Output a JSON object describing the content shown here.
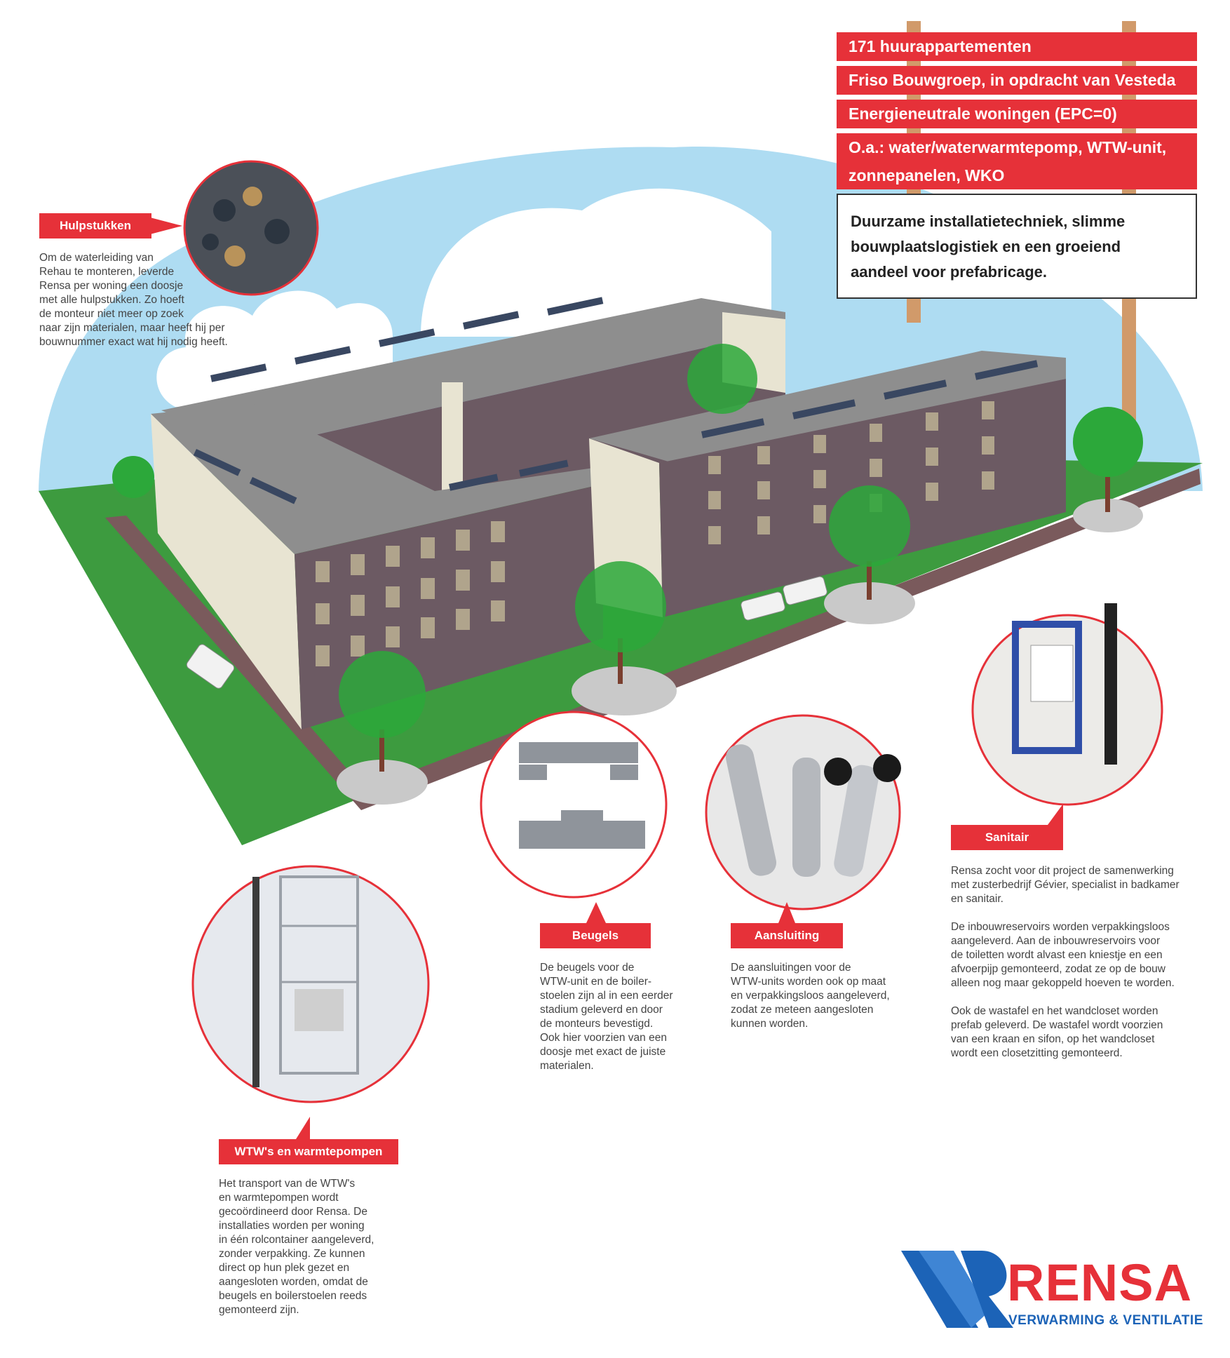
{
  "colors": {
    "accent": "#e63139",
    "brand_blue": "#1c63b7",
    "sky": "#aedcf2",
    "grass": "#3d9b3f",
    "facade": "#6c5a63",
    "roof": "#8e8e8e",
    "post": "#d19a6a"
  },
  "header_board": {
    "lines": [
      "171 huurappartementen",
      "Friso Bouwgroep, in opdracht van Vesteda",
      "Energieneutrale woningen (EPC=0)",
      "O.a.: water/waterwarmtepomp, WTW-unit,",
      "zonnepanelen, WKO"
    ],
    "statement": [
      "Duurzame installatietechniek, slimme",
      "bouwplaatslogistiek en een groeiend",
      "aandeel voor prefabricage."
    ]
  },
  "callouts": {
    "hulpstukken": {
      "label": "Hulpstukken",
      "text": [
        "Om de waterleiding van",
        "Rehau te monteren, leverde",
        "Rensa per woning een doosje",
        "met alle hulpstukken. Zo hoeft",
        "de monteur niet meer op zoek",
        "naar zijn materialen, maar heeft hij per",
        "bouwnummer exact wat hij nodig heeft."
      ]
    },
    "sanitair": {
      "label": "Sanitair",
      "p1": [
        "Rensa zocht voor dit project de samenwerking",
        "met zusterbedrijf Gévier, specialist in badkamer",
        "en sanitair."
      ],
      "p2": [
        "De inbouwreservoirs worden verpakkingsloos",
        "aangeleverd. Aan de inbouwreservoirs voor",
        "de toiletten wordt alvast een kniestje en een",
        "afvoerpijp gemonteerd, zodat ze op de bouw",
        "alleen nog maar gekoppeld hoeven te worden."
      ],
      "p3": [
        "Ook de wastafel en het wandcloset worden",
        "prefab geleverd. De wastafel wordt voorzien",
        "van een kraan en sifon, op het wandcloset",
        "wordt een closetzitting gemonteerd."
      ]
    },
    "beugels": {
      "label": "Beugels",
      "text": [
        "De beugels voor de",
        "WTW-unit en de boiler-",
        "stoelen zijn al in een eerder",
        "stadium geleverd en door",
        "de monteurs bevestigd.",
        "Ook hier voorzien van een",
        "doosje met exact de juiste",
        "materialen."
      ]
    },
    "aansluiting": {
      "label": "Aansluiting",
      "text": [
        "De aansluitingen voor de",
        "WTW-units worden ook op maat",
        "en verpakkingsloos aangeleverd,",
        "zodat ze meteen aangesloten",
        "kunnen worden."
      ]
    },
    "wtw": {
      "label": "WTW's en warmtepompen",
      "text": [
        "Het transport van de WTW's",
        "en warmtepompen wordt",
        "gecoördineerd door Rensa. De",
        "installaties worden per woning",
        "in één rolcontainer aangeleverd,",
        "zonder verpakking. Ze kunnen",
        "direct op hun plek gezet en",
        "aangesloten worden, omdat de",
        "beugels en boilerstoelen reeds",
        "gemonteerd zijn."
      ]
    }
  },
  "logo": {
    "name": "RENSA",
    "tagline": "VERWARMING & VENTILATIE"
  },
  "icons": [
    "rensa-logo-icon",
    "van-icon",
    "car-icon",
    "tree-icon",
    "solar-panel-icon"
  ]
}
